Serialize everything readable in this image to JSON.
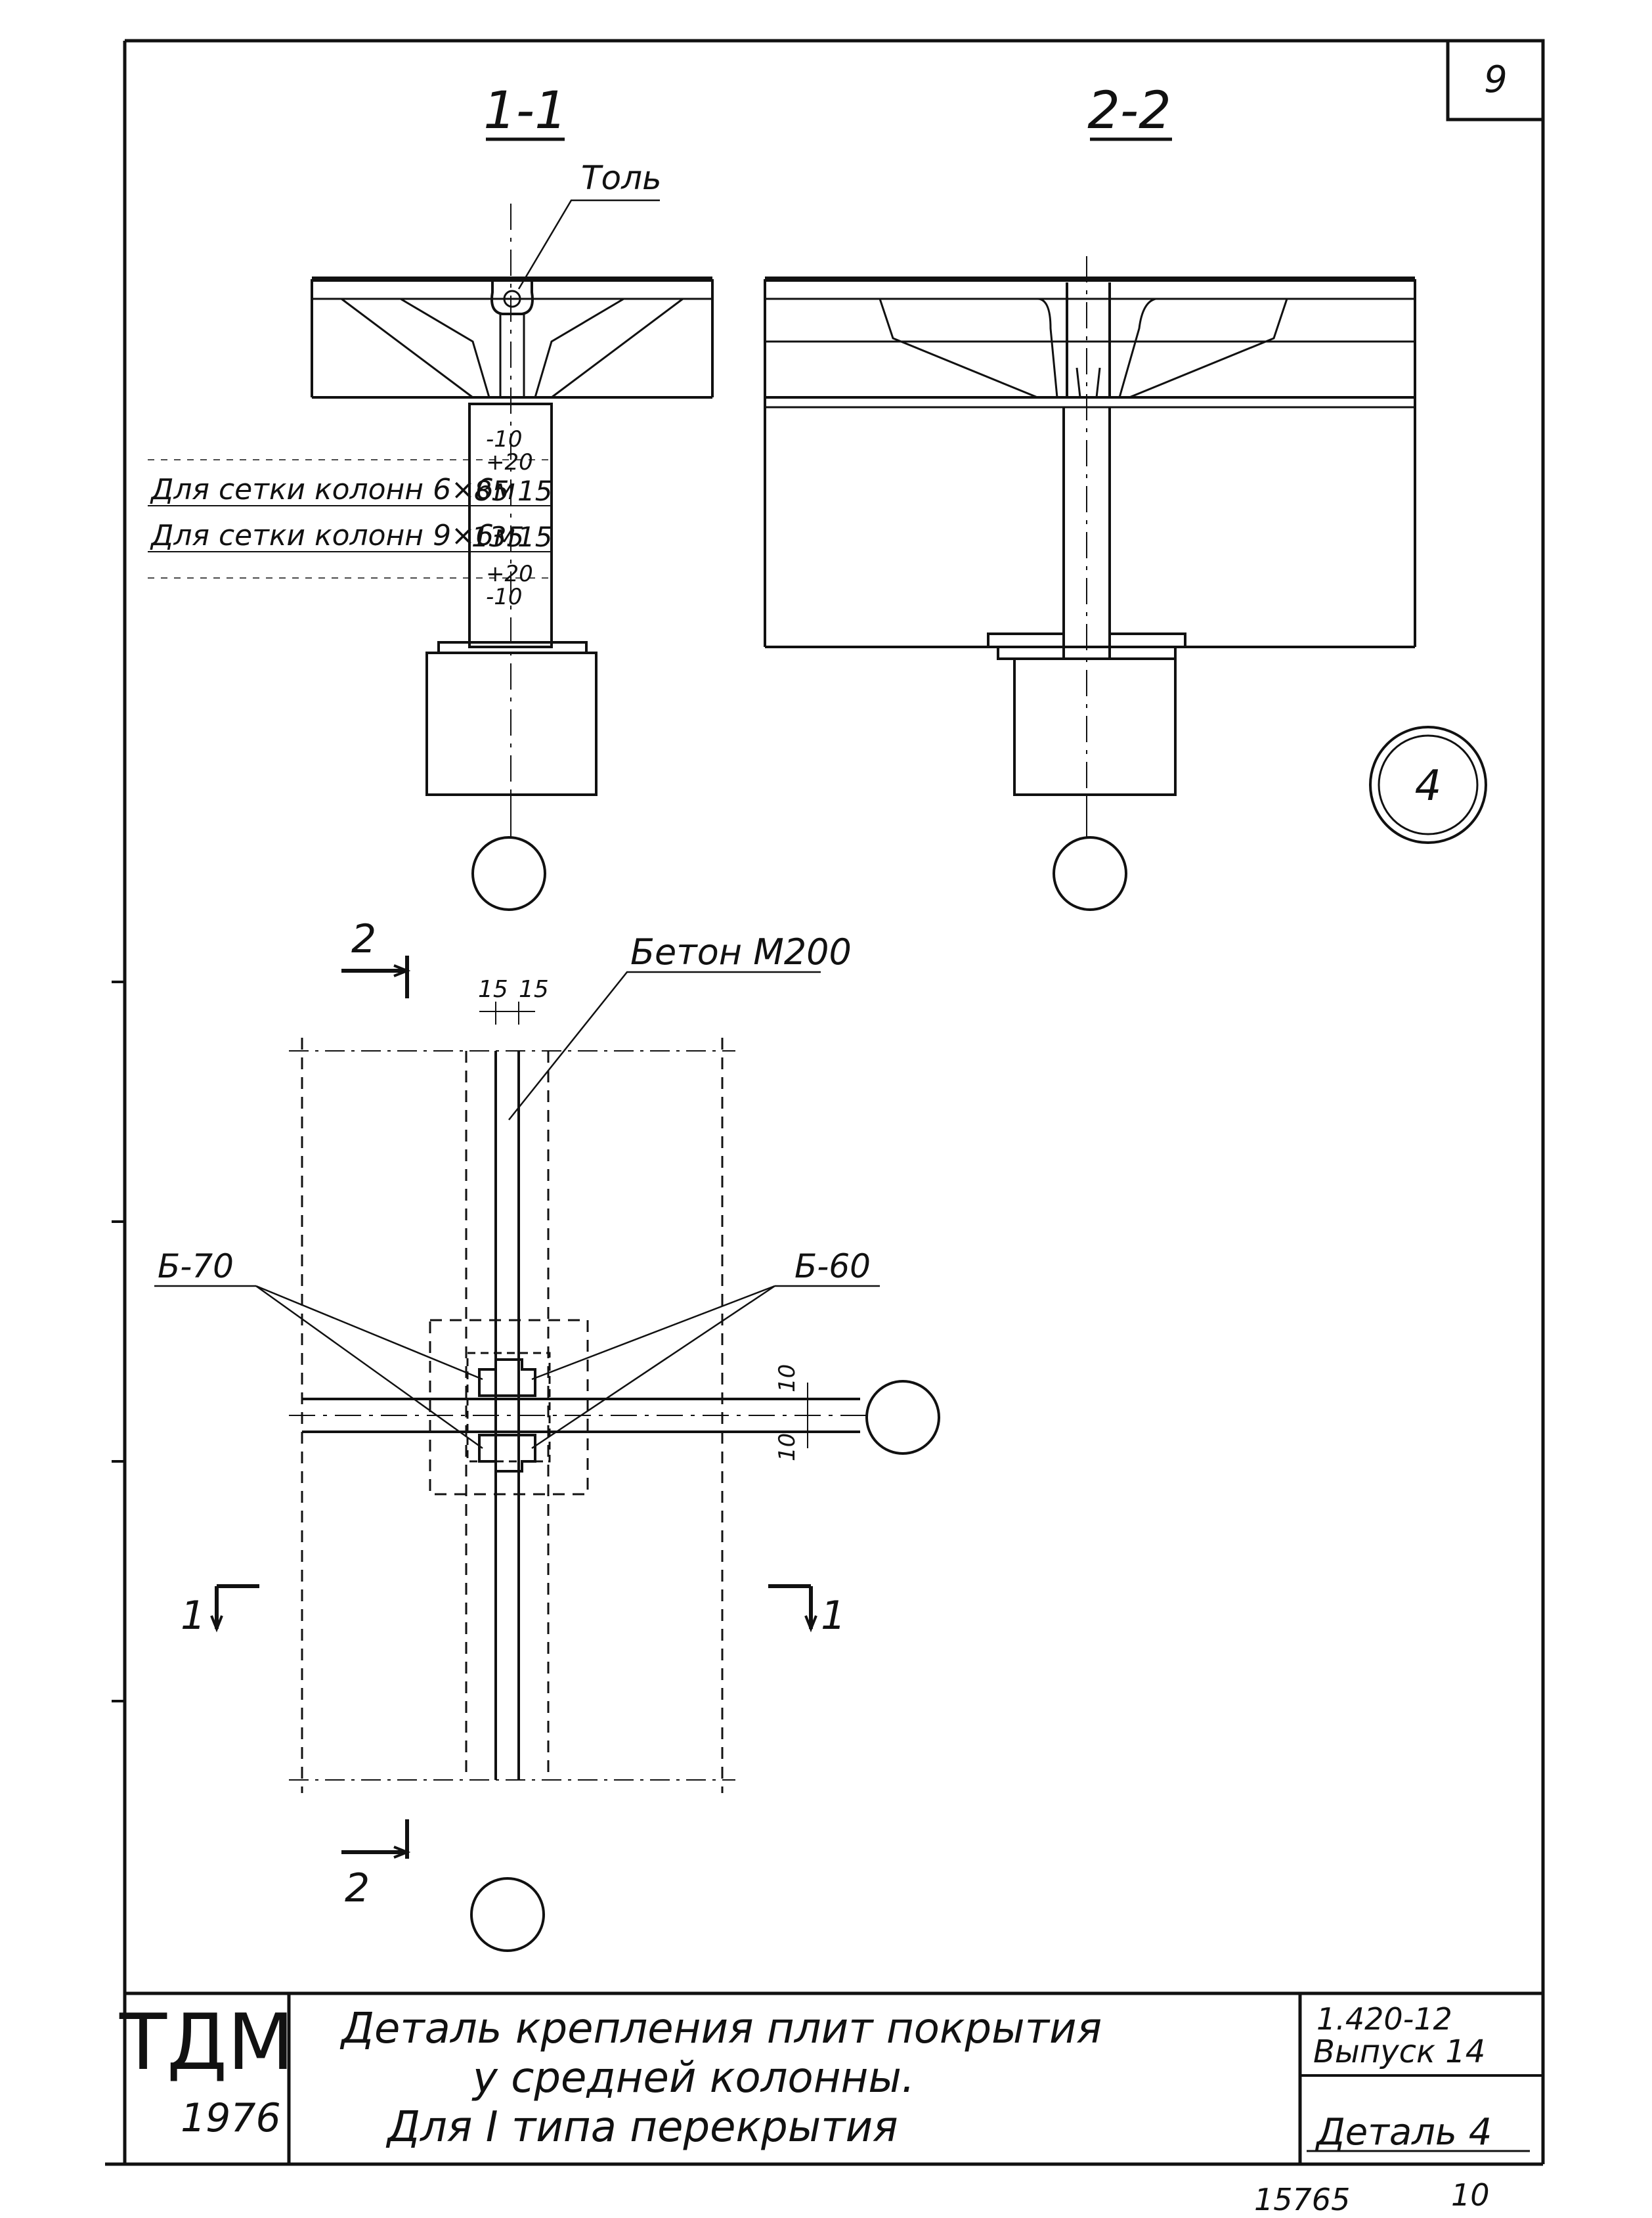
{
  "sheet_number": "9",
  "sections": {
    "sec_1_1": "1-1",
    "sec_2_2": "2-2"
  },
  "labels": {
    "tol": "Толь",
    "beton": "Бетон М200",
    "grid_6x6": "Для сетки колонн 6×6м",
    "grid_9x6": "Для сетки колонн 9×6м",
    "b70": "Б-70",
    "b60": "Б-60"
  },
  "dims_vertical": [
    "-10",
    "+20",
    "85",
    "15",
    "135",
    "15",
    "+20",
    "-10"
  ],
  "dims_plan": {
    "top_left": "15",
    "top_right": "15",
    "right_up": "10",
    "right_down": "10"
  },
  "section_marks": {
    "top_left": "2",
    "bottom_left": "2",
    "left_1": "1",
    "right_1": "1"
  },
  "detail_circle": "4",
  "title_block": {
    "org": "ТДМ",
    "year": "1976",
    "title_line1": "Деталь крепления плит покрытия",
    "title_line2": "у средней колонны.",
    "title_line3": "Для I типа перекрытия",
    "series": "1.420-12",
    "issue": "Выпуск 14",
    "detail": "Деталь 4"
  },
  "footer": {
    "inventory": "15765",
    "page": "10"
  }
}
